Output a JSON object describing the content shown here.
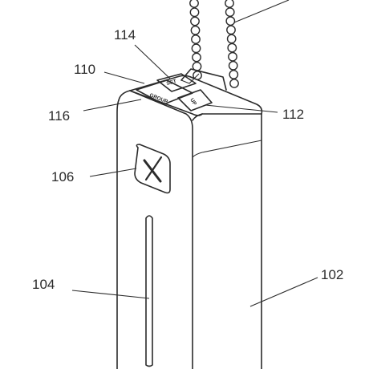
{
  "labels": {
    "r102": "102",
    "r104": "104",
    "r106": "106",
    "r110": "110",
    "r112": "112",
    "r114": "114",
    "r116": "116"
  },
  "buttons": {
    "set": "SET",
    "group": "GROUP",
    "up": "UP"
  },
  "icons": {
    "face_button": "x-icon"
  },
  "colors": {
    "line": "#2b2b2b",
    "background": "#ffffff"
  }
}
